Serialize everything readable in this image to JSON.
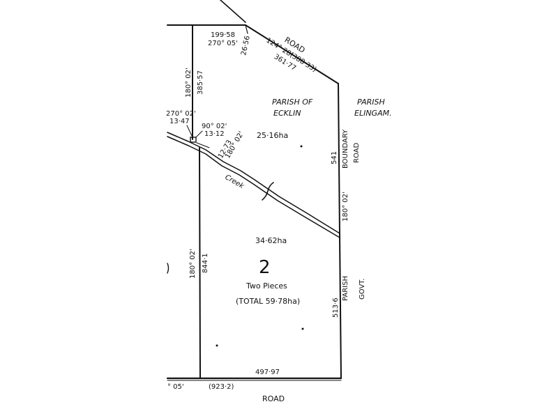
{
  "map": {
    "roads": {
      "top_road": "ROAD",
      "bottom_road": "ROAD",
      "boundary_road_1": "BOUNDARY",
      "boundary_road_2": "ROAD"
    },
    "parishes": {
      "parish_of": "PARISH OF",
      "ecklin": "ECKLIN",
      "parish": "PARISH",
      "elingamite": "ELINGAM.",
      "parish_govt_1": "PARISH",
      "parish_govt_2": "GOVT."
    },
    "lot": {
      "number": "2",
      "pieces": "Two Pieces",
      "total": "(TOTAL 59·78ha)"
    },
    "areas": {
      "north_piece": "25·16ha",
      "south_piece": "34·62ha"
    },
    "creek": "Creek",
    "measurements": {
      "top_len": "199·58",
      "top_bearing": "270° 05'",
      "small_len": "26·56",
      "diag_bearing": "124° 28'",
      "diag_total": "(388·33)",
      "diag_len": "361·77",
      "left_upper_bearing": "180° 02'",
      "left_upper_len": "385·57",
      "jog_bearing_1": "270° 02'",
      "jog_len_1": "13·47",
      "jog_bearing_2": "90° 02'",
      "jog_len_2": "13·12",
      "jog_len_3": "12·73",
      "jog_bearing_3": "180° 02'",
      "right_upper_len": "541",
      "right_bearing": "180° 02'",
      "left_lower_bearing": "180° 02'",
      "left_lower_len": "844·1",
      "right_lower_len": "513·6",
      "bottom_len": "497·97",
      "bottom_left_bearing": "° 05'",
      "bottom_total": "(923·2)"
    }
  }
}
